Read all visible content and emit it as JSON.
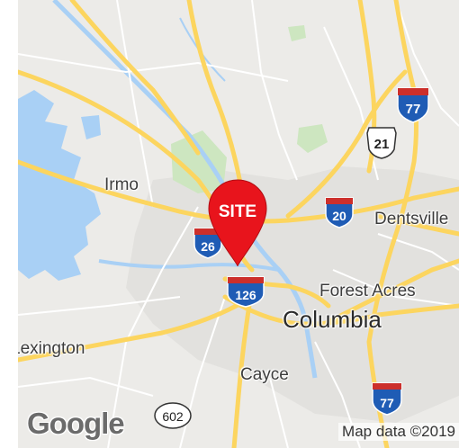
{
  "map": {
    "places": {
      "irmo": "Irmo",
      "dentsville": "Dentsville",
      "forest_acres": "Forest Acres",
      "columbia": "Columbia",
      "lexington": "Lexington",
      "cayce": "Cayce"
    },
    "shields": {
      "i77_north": "77",
      "us21": "21",
      "i20": "20",
      "i26": "26",
      "i126": "126",
      "i77_south": "77",
      "sc602": "602"
    },
    "marker": {
      "label": "SITE"
    },
    "logo": "Google",
    "attribution": "Map data ©2019",
    "colors": {
      "land": "#ecebe8",
      "water": "#a9d0f5",
      "park": "#cde6c0",
      "urban": "#dfdedb",
      "highway": "#fcd55f",
      "road": "#ffffff",
      "interstate_red": "#cc2f2b",
      "interstate_blue": "#1f5cb5",
      "marker": "#e8141c"
    }
  }
}
